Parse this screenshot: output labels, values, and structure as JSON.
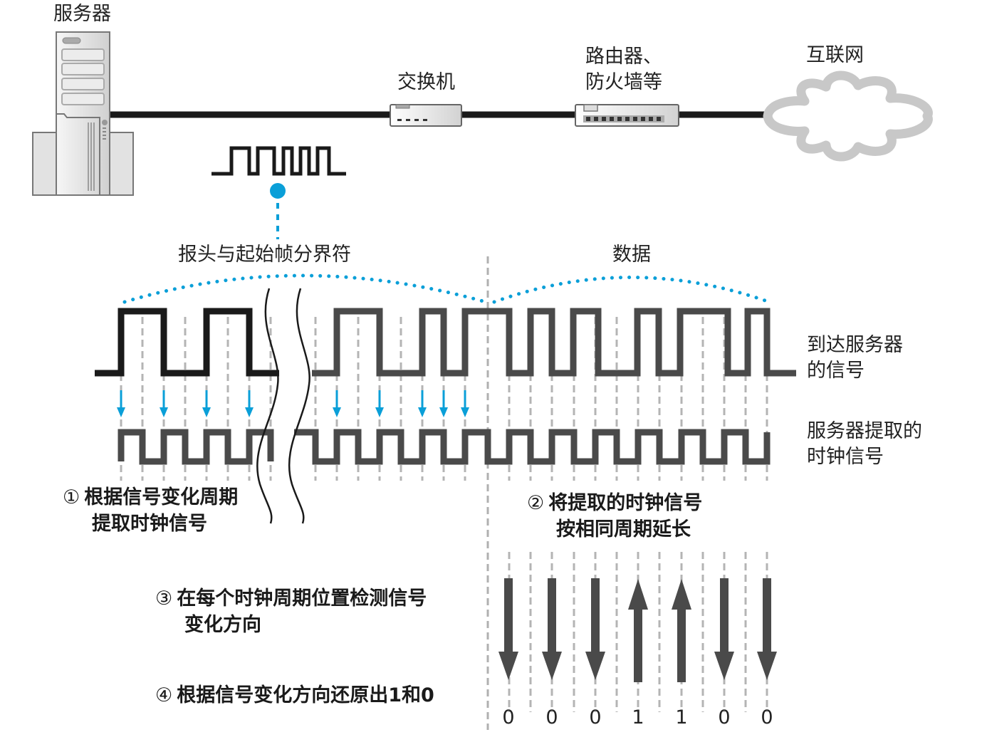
{
  "devices": {
    "server": "服务器",
    "switch": "交换机",
    "router_line1": "路由器、",
    "router_line2": "防火墙等",
    "internet": "互联网"
  },
  "sections": {
    "preamble": "报头与起始帧分界符",
    "data": "数据"
  },
  "signal_labels": {
    "received_line1": "到达服务器",
    "received_line2": "的信号",
    "clock_line1": "服务器提取的",
    "clock_line2": "时钟信号"
  },
  "steps": [
    {
      "num": "①",
      "line1": "根据信号变化周期",
      "line2": "提取时钟信号"
    },
    {
      "num": "②",
      "line1": "将提取的时钟信号",
      "line2": "按相同周期延长"
    },
    {
      "num": "③",
      "line1": "在每个时钟周期位置检测信号",
      "line2": "变化方向"
    },
    {
      "num": "④",
      "line1": "根据信号变化方向还原出1和0",
      "line2": ""
    }
  ],
  "decoded": {
    "directions": [
      "down",
      "down",
      "down",
      "up",
      "up",
      "down",
      "down"
    ],
    "bits": [
      "0",
      "0",
      "0",
      "1",
      "1",
      "0",
      "0"
    ]
  },
  "colors": {
    "accent_blue": "#0a9fd8",
    "signal_black": "#1a1a1a",
    "signal_gray": "#4a4a4a",
    "grid_gray": "#b4b4b4",
    "cloud_gray": "#c8c8c8"
  }
}
